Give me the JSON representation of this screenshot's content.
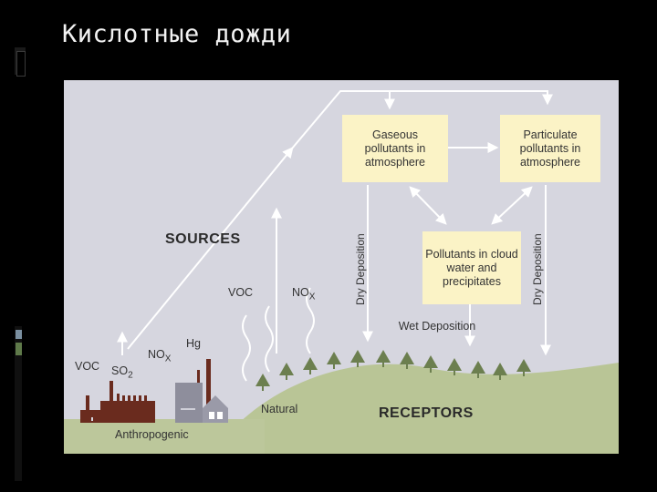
{
  "slide": {
    "title": "Кислотные дожди"
  },
  "diagram": {
    "boxes": {
      "gaseous": "Gaseous pollutants in atmosphere",
      "particulate": "Particulate pollutants in atmosphere",
      "cloud": "Pollutants in cloud water and precipitates"
    },
    "labels": {
      "sources": "SOURCES",
      "receptors": "RECEPTORS",
      "dry_deposition_left": "Dry Deposition",
      "dry_deposition_right": "Dry Deposition",
      "wet_deposition": "Wet Deposition",
      "voc_natural": "VOC",
      "nox_natural_main": "NO",
      "nox_natural_sub": "X",
      "voc_anthro": "VOC",
      "so2_main": "SO",
      "so2_sub": "2",
      "nox_anthro_main": "NO",
      "nox_anthro_sub": "X",
      "hg": "Hg",
      "natural": "Natural",
      "anthropogenic": "Anthropogenic"
    },
    "colors": {
      "background": "#d6d6df",
      "box_fill": "#fbf3c6",
      "hill": "#b9c596",
      "tree": "#6c7f4f",
      "factory": "#6a2b1e",
      "arrow": "#ffffff"
    }
  }
}
